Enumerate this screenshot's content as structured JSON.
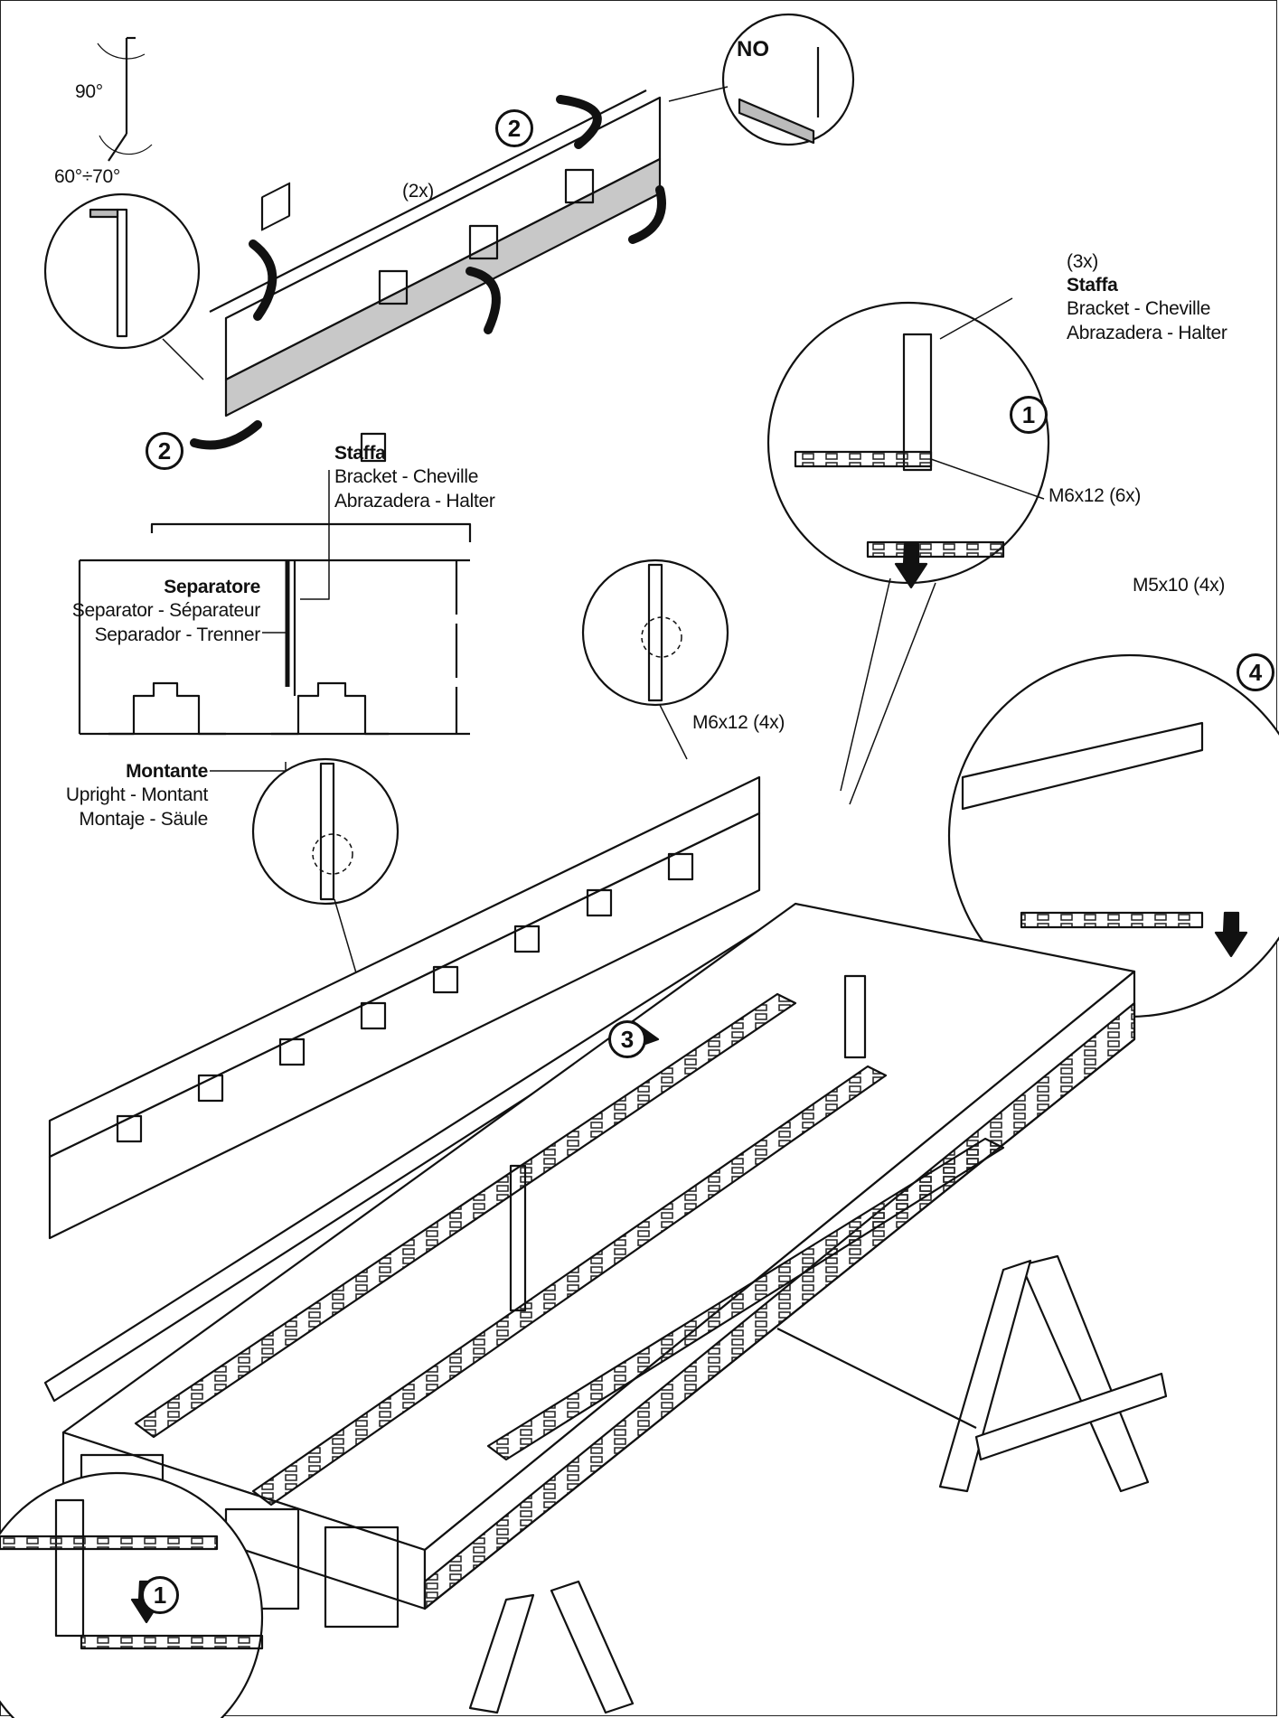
{
  "angles": {
    "top": "90°",
    "bottom": "60°÷70°"
  },
  "separator_panel": {
    "qty": "(2x)"
  },
  "no_callout": "NO",
  "bracket_top": {
    "qty": "(3x)",
    "name": "Staffa",
    "line1": "Bracket - Cheville",
    "line2": "Abrazadera - Halter"
  },
  "bracket_mid": {
    "name": "Staffa",
    "line1": "Bracket - Cheville",
    "line2": "Abrazadera - Halter"
  },
  "separator": {
    "name": "Separatore",
    "line1": "Separator - Séparateur",
    "line2": "Separador - Trenner"
  },
  "upright": {
    "name": "Montante",
    "line1": "Upright - Montant",
    "line2": "Montaje - Säule"
  },
  "screws": {
    "m6x12_6x": "M6x12 (6x)",
    "m6x12_4x": "M6x12 (4x)",
    "m5x10_4x": "M5x10 (4x)"
  },
  "steps": {
    "s1": "1",
    "s2": "2",
    "s3": "3",
    "s4": "4"
  }
}
